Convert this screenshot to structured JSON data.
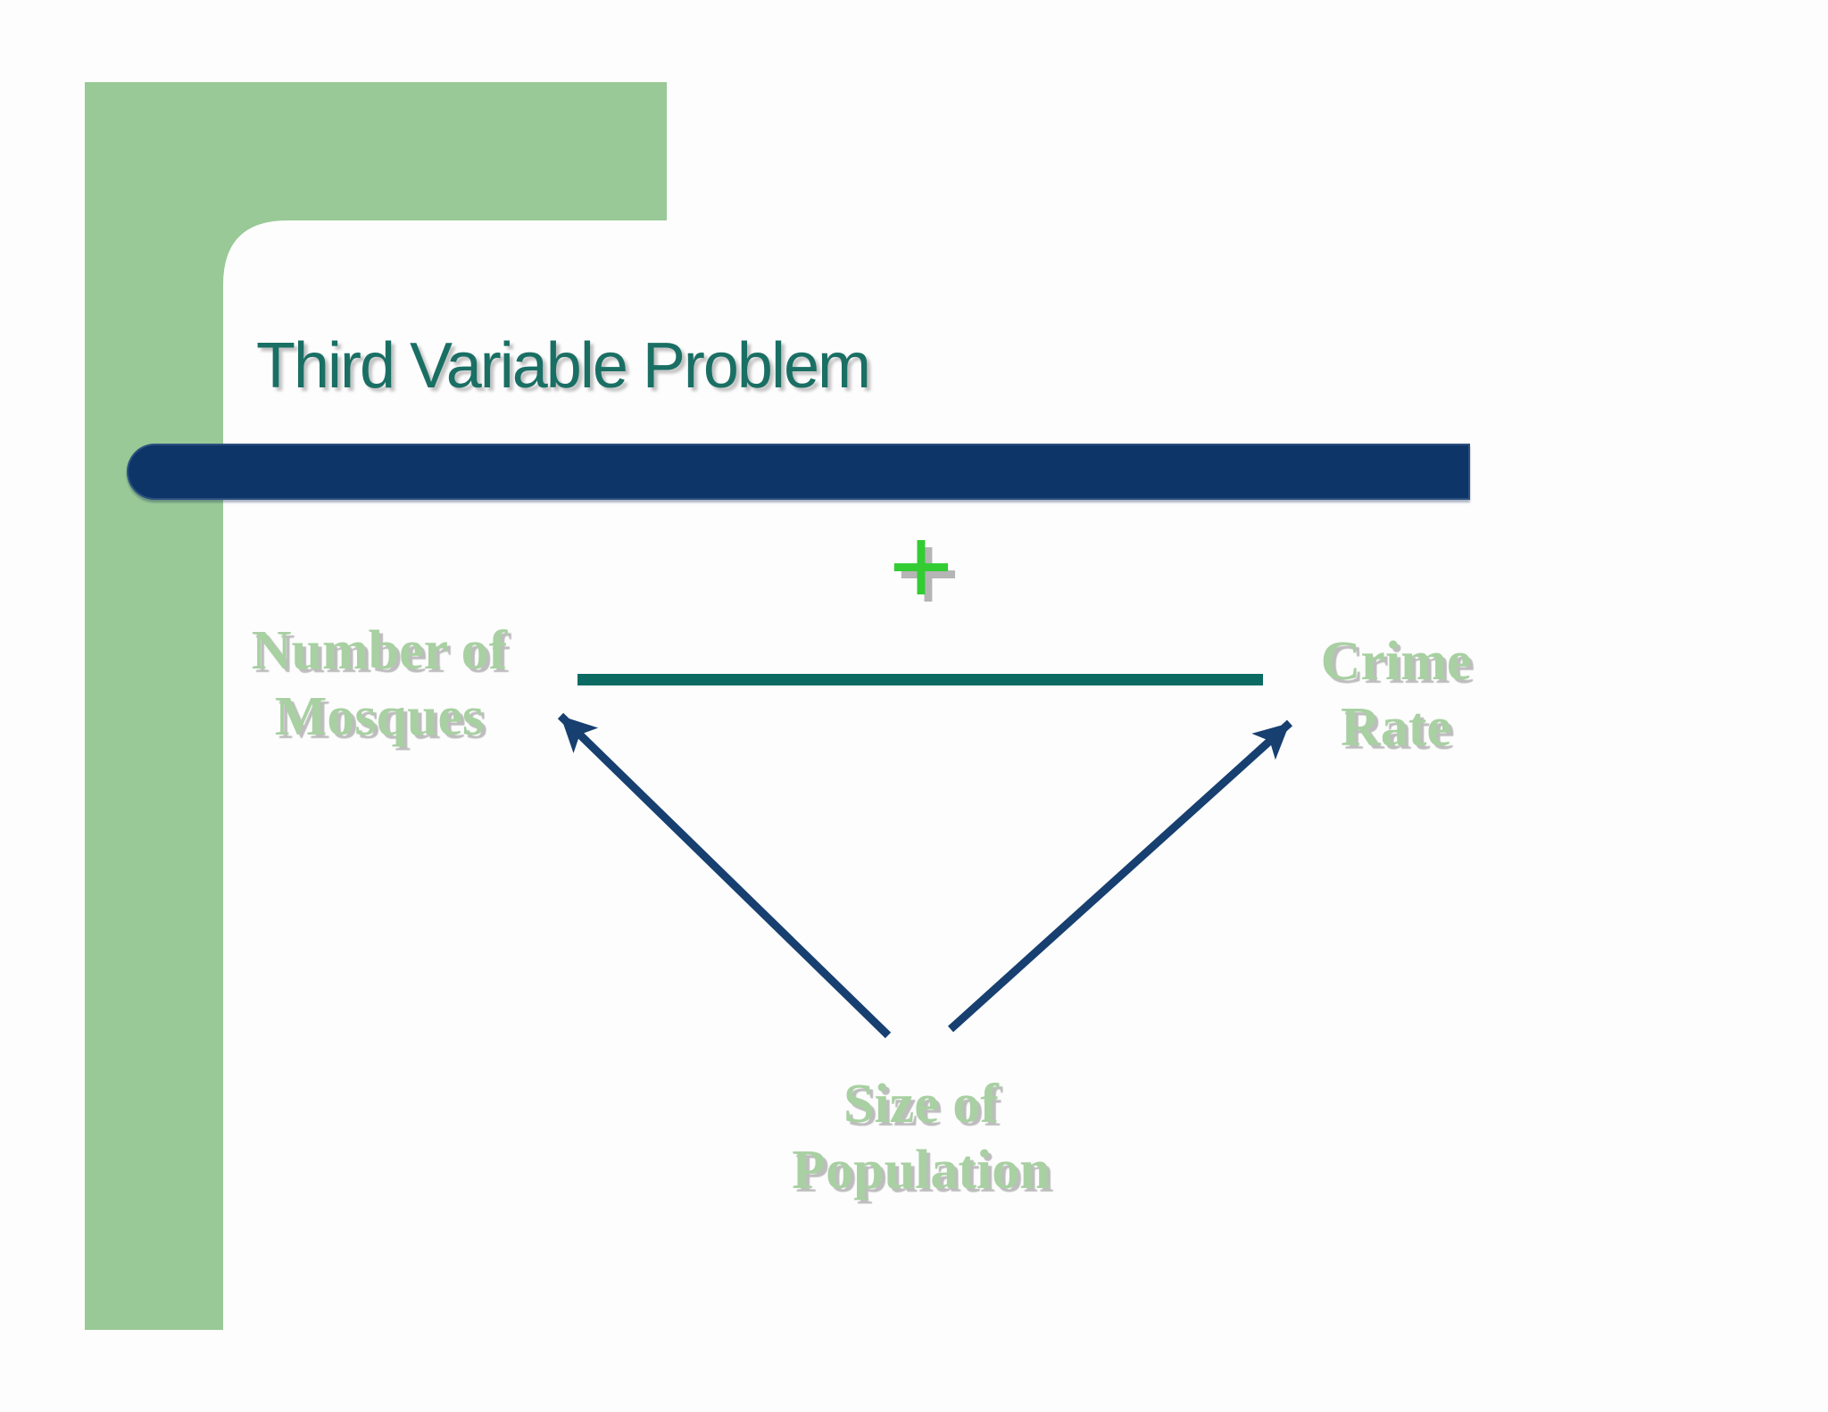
{
  "slide": {
    "title": "Third Variable Problem",
    "plus_sign": "+",
    "nodes": {
      "mosques": {
        "line1": "Number of",
        "line2": "Mosques"
      },
      "crime": {
        "line1": "Crime",
        "line2": "Rate"
      },
      "population": {
        "line1": "Size of",
        "line2": "Population"
      }
    },
    "diagram": {
      "correlation": {
        "between": [
          "Number of Mosques",
          "Crime Rate"
        ],
        "sign": "+"
      },
      "edges": [
        {
          "from": "Size of Population",
          "to": "Number of Mosques"
        },
        {
          "from": "Size of Population",
          "to": "Crime Rate"
        }
      ]
    }
  },
  "colors": {
    "accent_green": "#98c996",
    "navy": "#0d3567",
    "arrow_navy": "#173f70",
    "teal_line": "#0b6b62",
    "title_teal": "#1a6f64",
    "label_green": "#a8d0a2",
    "plus_green": "#33cc33"
  }
}
